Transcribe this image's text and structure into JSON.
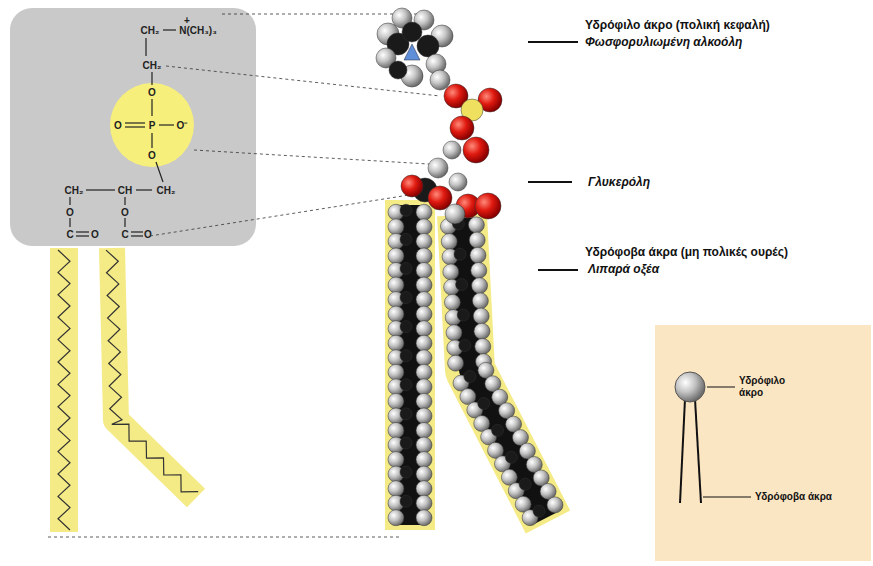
{
  "diagram": {
    "nodes": [
      {
        "text": [
          "Υδρόφιλο άκρο",
          "Υδρόφοβα άκρα"
        ]
      }
    ],
    "labels": [
      "Υδρόφιλο άκρο (πολική κεφαλή)",
      "Φωσφορυλιωμένη αλκοόλη",
      "Γλυκερόλη",
      "Υδρόφοβα άκρα (μη πολικές ουρές)",
      "Λιπαρά οξέα",
      "CH₂",
      "N(CH₃)₃",
      "+",
      "CH₂",
      "O",
      "O",
      "P",
      "O⁻",
      "O",
      "CH₂",
      "CH",
      "CH₂",
      "O",
      "O",
      "C",
      "O",
      "C",
      "O"
    ]
  }
}
